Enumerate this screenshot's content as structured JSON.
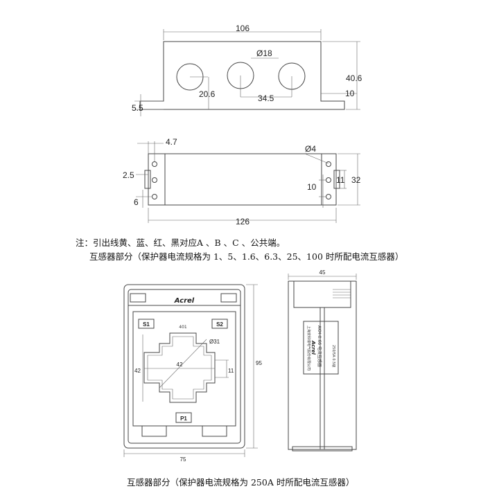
{
  "top_view": {
    "width": "106",
    "height": "40.6",
    "hole_dia": "Ø18",
    "hole_height": "20.6",
    "hole_pitch": "34.5",
    "flange_height": "10",
    "base_thickness": "5.5"
  },
  "side_view": {
    "offset": "4.7",
    "mount_hole": "Ø4",
    "height": "32",
    "pin_spacing_right": "11",
    "pin_offset_right": "10",
    "pin_spacing_left": "2.5",
    "pin_offset_left": "6",
    "length": "126"
  },
  "notes": {
    "line1": "注：引出线黄、蓝、红、黑对应A 、B 、C 、公共端。",
    "line2": "互感器部分（保护器电流规格为 1、5、1.6、6.3、25、100 时所配电流互感器）",
    "line3": "互感器部分（保护器电流规格为 250A 时所配电流互感器）"
  },
  "ct_front": {
    "brand": "Acrel",
    "terminal_s1": "S1",
    "terminal_s2": "S2",
    "terminal_p1": "P1",
    "small_text": "401",
    "window_width": "42",
    "window_height": "42",
    "diagonal": "Ø31",
    "slot": "11",
    "outer_height": "95",
    "outer_width": "75"
  },
  "ct_side": {
    "depth": "45",
    "brand": "Acrel",
    "label_model": "AKH-0.66 电流互感器",
    "label_company": "上海安科瑞电气股份有限公司",
    "label_spec": "250/5A  0.5级"
  }
}
